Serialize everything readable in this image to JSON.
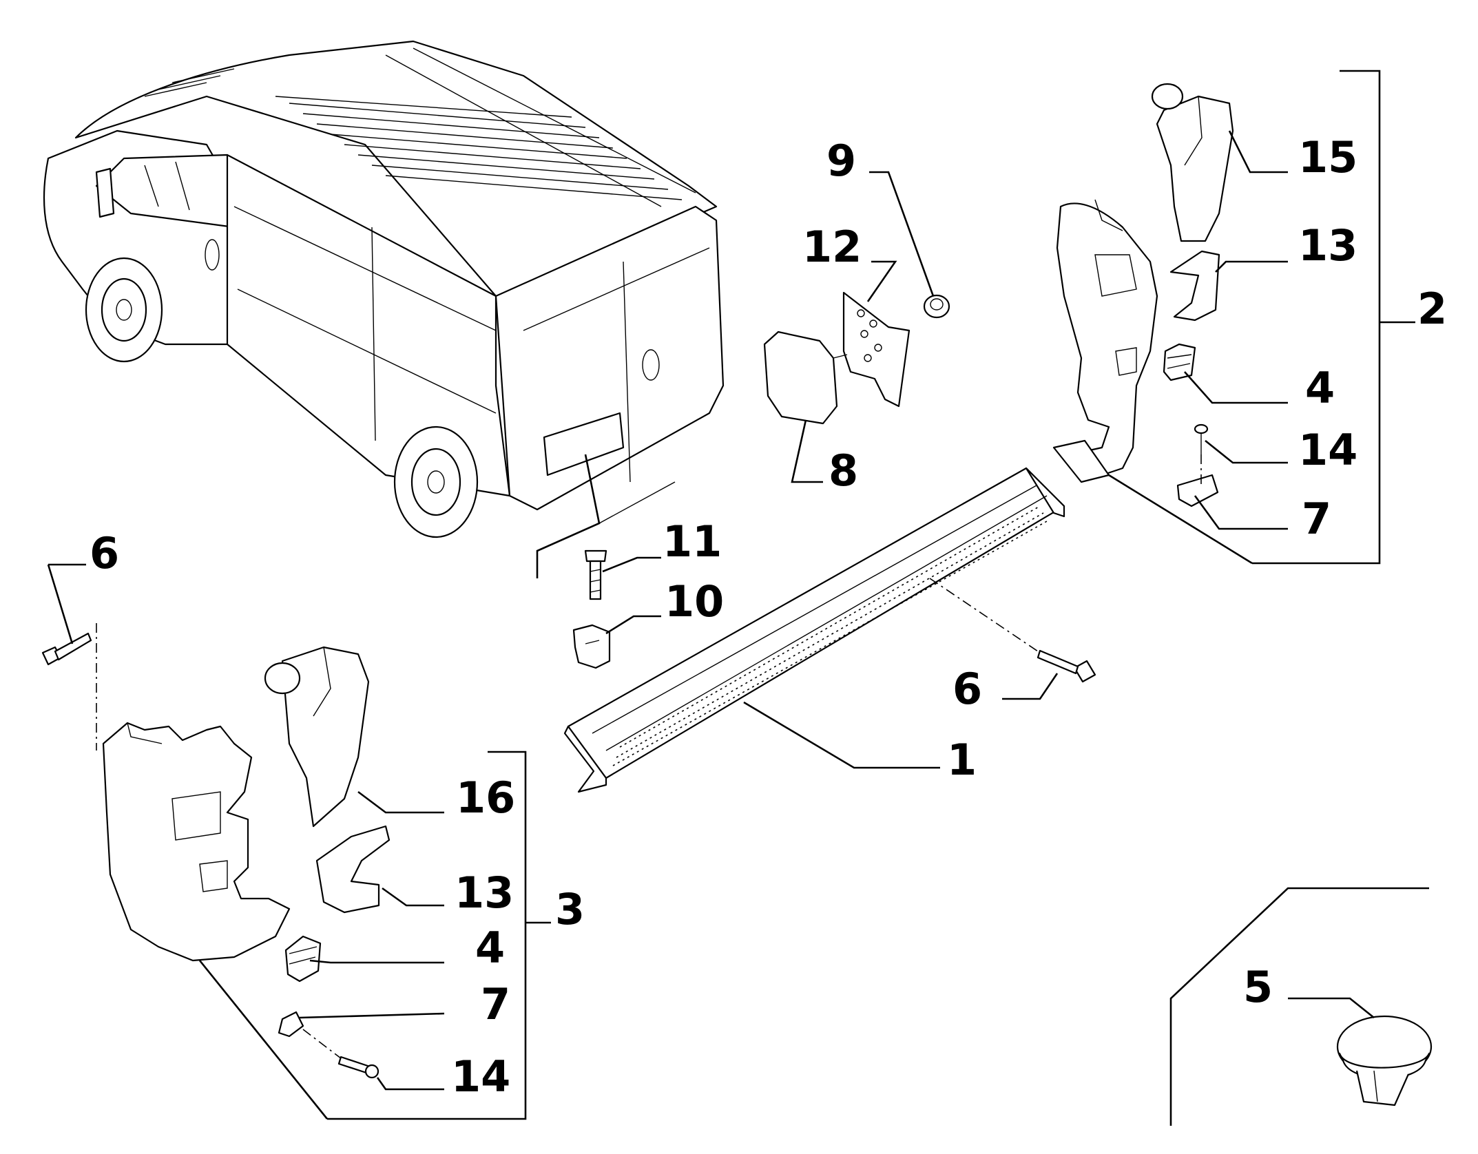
{
  "diagram": {
    "callouts": {
      "c1": "1",
      "c2": "2",
      "c3": "3",
      "c4a": "4",
      "c4b": "4",
      "c5": "5",
      "c6a": "6",
      "c6b": "6",
      "c7a": "7",
      "c7b": "7",
      "c8": "8",
      "c9": "9",
      "c10": "10",
      "c11": "11",
      "c12": "12",
      "c13a": "13",
      "c13b": "13",
      "c14a": "14",
      "c14b": "14",
      "c15": "15",
      "c16": "16"
    }
  }
}
